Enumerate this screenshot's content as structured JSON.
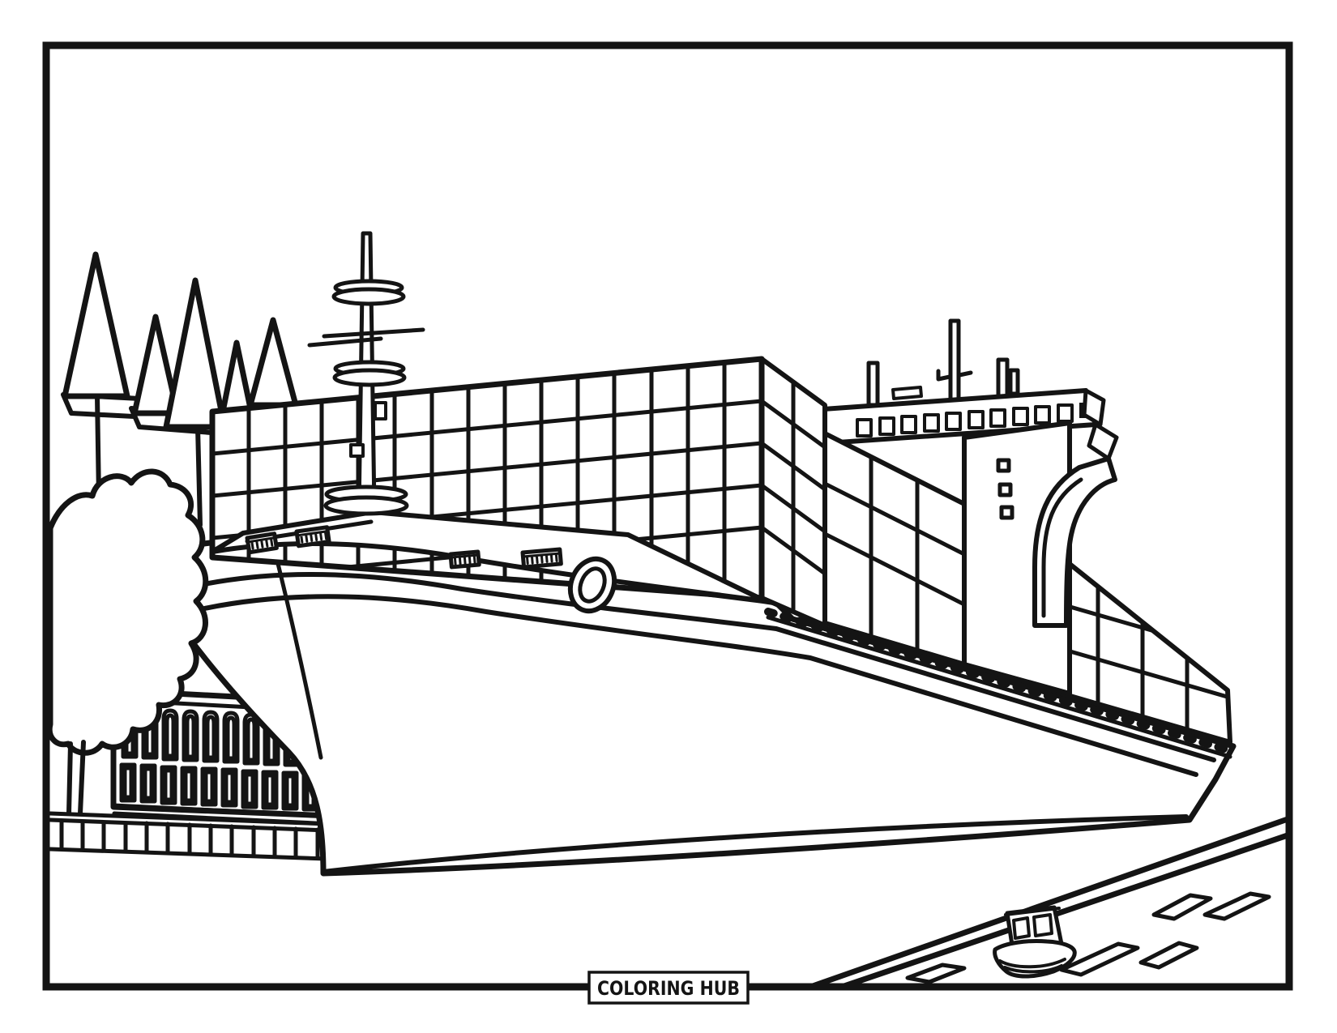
{
  "page": {
    "background_color": "#ffffff",
    "ink_color": "#141414",
    "type_label": "coloring page"
  },
  "footer": {
    "brand": "COLORING HUB"
  },
  "scene": {
    "subject": "container cargo ship at harbor",
    "elements": [
      "pine-trees",
      "round-bush-tree",
      "arched-window-building",
      "promenade-fence",
      "ship-hull",
      "bow-mast",
      "container-stacks",
      "bridge-superstructure",
      "curved-funnel",
      "deck-railing",
      "dock-edge",
      "small-boat",
      "dock-planks"
    ]
  }
}
